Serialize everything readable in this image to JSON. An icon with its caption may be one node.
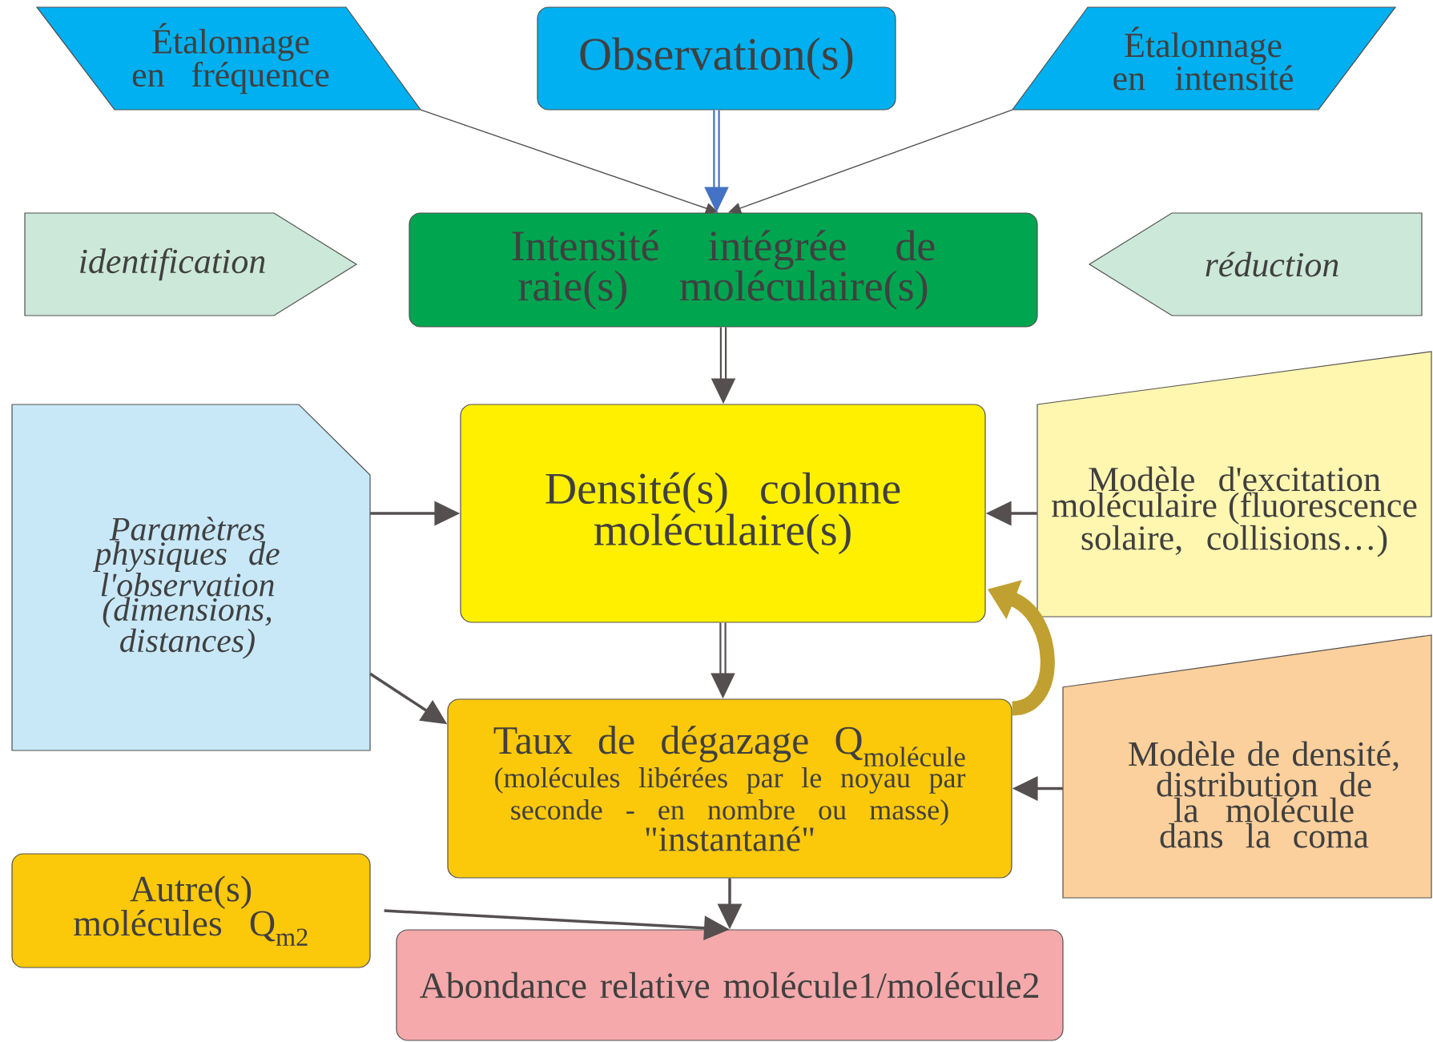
{
  "diagram": {
    "nodes": [
      {
        "text": [
          "Étalonnage en fréquence"
        ]
      },
      {
        "text": [
          "Observation(s)"
        ]
      },
      {
        "text": [
          "Étalonnage en intensité"
        ]
      },
      {
        "text": [
          "identification"
        ]
      },
      {
        "text": [
          "Intensité intégrée de raie(s) moléculaire(s)"
        ]
      },
      {
        "text": [
          "réduction"
        ]
      },
      {
        "text": [
          "Paramètres physiques de l'observation (dimensions, distances)"
        ]
      },
      {
        "text": [
          "Densité(s) colonne moléculaire(s)"
        ]
      },
      {
        "text": [
          "Modèle d'excitation moléculaire (fluorescence solaire, collisions…)"
        ]
      },
      {
        "text": [
          "Taux de dégazage Q$_{molécule}$",
          "(molécules libérées par le noyau par seconde - en nombre ou masse)",
          "\"instantané\""
        ]
      },
      {
        "text": [
          "Modèle de densité, distribution de la molécule dans la coma"
        ]
      },
      {
        "text": [
          "Autre(s) molécules Q$_{m2}$"
        ]
      },
      {
        "text": [
          "Abondance relative molécule1/molécule2"
        ]
      }
    ],
    "edges": [
      {
        "from": 0,
        "to": 4,
        "arrow": "to"
      },
      {
        "from": 1,
        "to": 4,
        "arrow": "to",
        "style": "thick",
        "color": "#4472c4"
      },
      {
        "from": 2,
        "to": 4,
        "arrow": "to"
      },
      {
        "from": 4,
        "to": 7,
        "arrow": "to",
        "style": "thick"
      },
      {
        "from": 6,
        "to": 7,
        "arrow": "to"
      },
      {
        "from": 8,
        "to": 7,
        "arrow": "to"
      },
      {
        "from": 7,
        "to": 9,
        "arrow": "to",
        "style": "thick"
      },
      {
        "from": 6,
        "to": 9,
        "arrow": "to"
      },
      {
        "from": 10,
        "to": 9,
        "arrow": "to"
      },
      {
        "from": 9,
        "to": 7,
        "arrow": "to",
        "style": "thick",
        "color": "#c0a030"
      },
      {
        "from": 9,
        "to": 12,
        "arrow": "to"
      },
      {
        "from": 11,
        "to": 12,
        "arrow": "to"
      }
    ]
  }
}
